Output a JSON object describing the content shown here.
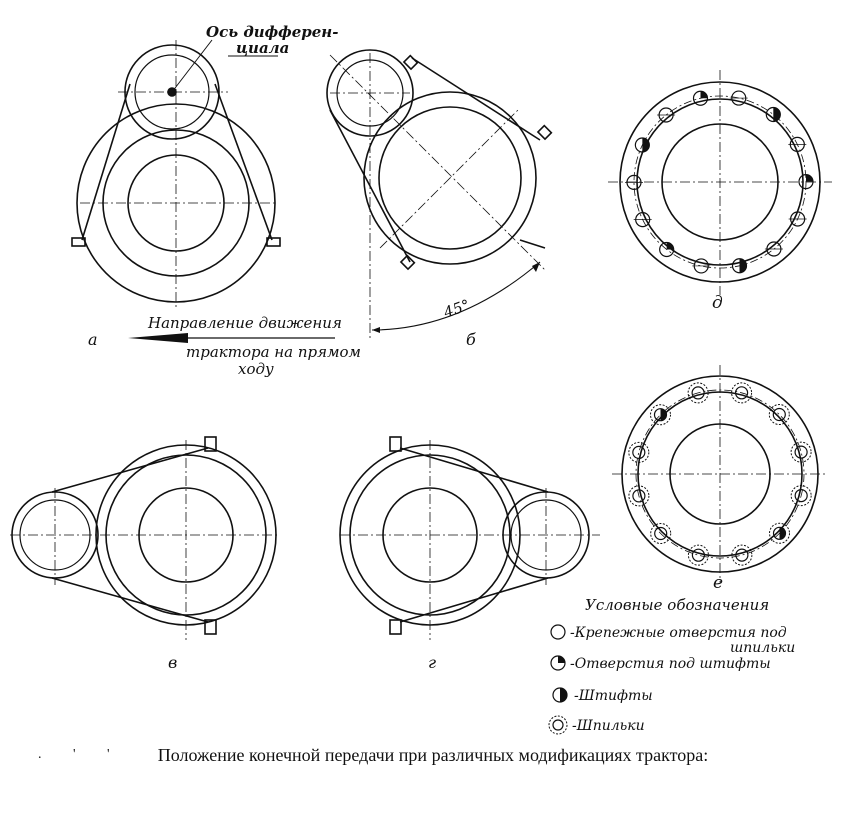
{
  "labels": {
    "diff_axis_l1": "Ось дифферен-",
    "diff_axis_l2": "циала",
    "angle": "45°",
    "dir_l1": "Направление движения",
    "dir_l2": "трактора на прямом",
    "dir_l3": "ходу",
    "fig_a": "а",
    "fig_b": "б",
    "fig_v": "в",
    "fig_g": "г",
    "fig_d": "д",
    "fig_e": "е"
  },
  "legend": {
    "title": "Условные обозначения",
    "item1_l1": "-Крепежные отверстия под",
    "item1_l2": "шпильки",
    "item2": "-Отверстия под штифты",
    "item3": "-Штифты",
    "item4": "-Шпильки"
  },
  "caption": {
    "dots": ". ' '",
    "text": "Положение конечной передачи при различных модификациях трактора:"
  }
}
